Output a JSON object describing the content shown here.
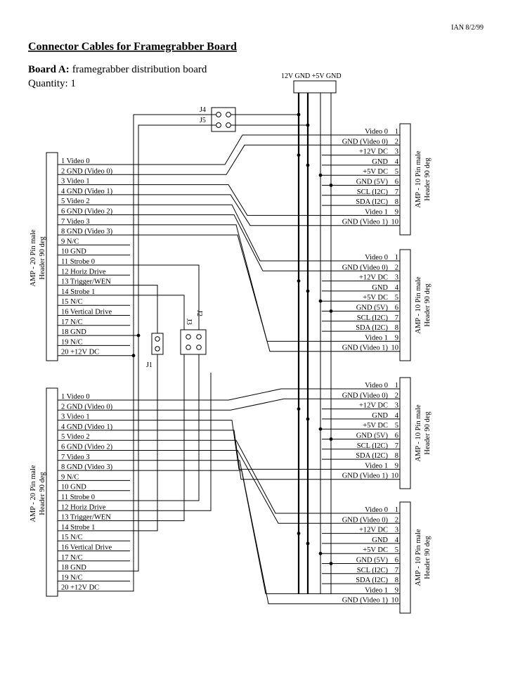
{
  "header": {
    "date_note": "IAN 8/2/99",
    "title": "Connector Cables for Framegrabber Board",
    "board_label": "Board A:",
    "board_desc": "framegrabber distribution board",
    "quantity": "Quantity: 1"
  },
  "power_label": "12V GND +5V GND",
  "jumpers": {
    "j1": "J1",
    "j2": "J2",
    "j3": "J3",
    "j4": "J4",
    "j5": "J5"
  },
  "connector20": {
    "side_label_1": "AMP - 20 Pin male",
    "side_label_2": "Header 90 deg",
    "pins": [
      "1   Video 0",
      "2   GND (Video 0)",
      "3   Video 1",
      "4   GND (Video 1)",
      "5   Video 2",
      "6   GND (Video 2)",
      "7   Video 3",
      "8   GND (Video 3)",
      "9   N/C",
      "10 GND",
      "11 Strobe 0",
      "12 Horiz Drive",
      "13 Trigger/WEN",
      "14 Strobe 1",
      "15 N/C",
      "16 Vertical  Drive",
      "17 N/C",
      "18 GND",
      "19 N/C",
      "20 +12V DC"
    ]
  },
  "connector10": {
    "side_label_1": "AMP - 10 Pin male",
    "side_label_2": "Header 90 deg",
    "pins": [
      {
        "name": "Video 0",
        "num": "1"
      },
      {
        "name": "GND (Video 0)",
        "num": "2"
      },
      {
        "name": "+12V DC",
        "num": "3"
      },
      {
        "name": "GND",
        "num": "4"
      },
      {
        "name": "+5V DC",
        "num": "5"
      },
      {
        "name": "GND (5V)",
        "num": "6"
      },
      {
        "name": "SCL (I2C)",
        "num": "7"
      },
      {
        "name": "SDA (I2C)",
        "num": "8"
      },
      {
        "name": "Video 1",
        "num": "9"
      },
      {
        "name": "GND (Video 1)",
        "num": "10"
      }
    ]
  }
}
